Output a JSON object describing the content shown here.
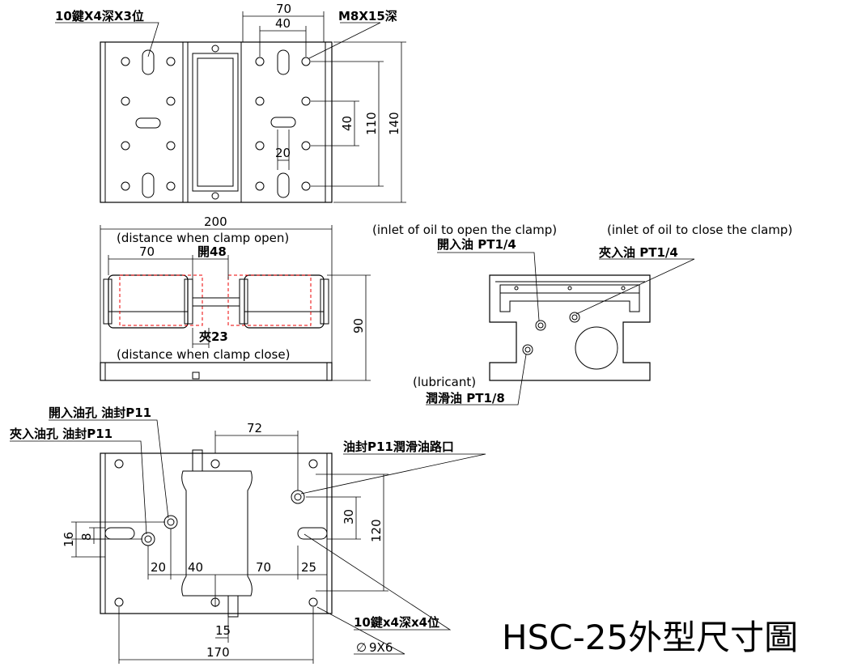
{
  "title": "HSC-25外型尺寸圖",
  "top_view": {
    "note_keys": "10鍵X4深X3位",
    "note_thread": "M8X15深",
    "dim_70": "70",
    "dim_40": "40",
    "dim_20": "20",
    "dim_40v": "40",
    "dim_110": "110",
    "dim_140": "140"
  },
  "front_view": {
    "dim_200": "200",
    "open_note": "(distance when clamp open)",
    "dim_70": "70",
    "open_48": "開48",
    "close_23": "夾23",
    "close_note": "(distance when clamp close)",
    "dim_90": "90"
  },
  "side_view": {
    "open_oil_en": "(inlet of oil to open the clamp)",
    "open_oil": "開入油 PT1/4",
    "close_oil_en": "(inlet of oil to close the clamp)",
    "close_oil": "夾入油 PT1/4",
    "lube_en": "(lubricant)",
    "lube": "潤滑油 PT1/8"
  },
  "bottom_view": {
    "open_hole": "開入油孔 油封P11",
    "close_hole": "夾入油孔 油封P11",
    "lube_port": "油封P11潤滑油路口",
    "dim_72": "72",
    "dim_30": "30",
    "dim_120": "120",
    "dim_16": "16",
    "dim_8": "8",
    "dim_20": "20",
    "dim_40": "40",
    "dim_70": "70",
    "dim_25": "25",
    "keys": "10鍵x4深x4位",
    "dim_15": "15",
    "dim_170": "170",
    "hole": "9X6",
    "phi": "∅"
  }
}
